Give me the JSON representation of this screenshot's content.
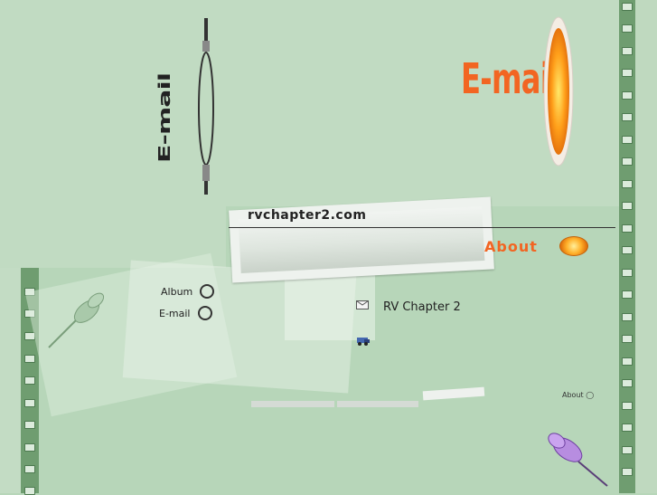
{
  "site": {
    "title": "rvchapter2.com"
  },
  "header": {
    "email_dark": "E-mail",
    "email_orange": "E-mail"
  },
  "nav": {
    "album": "Album",
    "email": "E-mail",
    "about": "About"
  },
  "main": {
    "heading": "RV Chapter 2",
    "small_about": "About"
  },
  "colors": {
    "background": "#b7d6b9",
    "panel": "#c1dbc2",
    "film_strip": "#6f9d70",
    "accent_orange": "#f26522"
  },
  "icons": [
    "pushpin-icon",
    "purple-pushpin-icon",
    "envelope-icon",
    "rv-icon",
    "orange-capsule-icon",
    "dark-capsule-icon"
  ]
}
